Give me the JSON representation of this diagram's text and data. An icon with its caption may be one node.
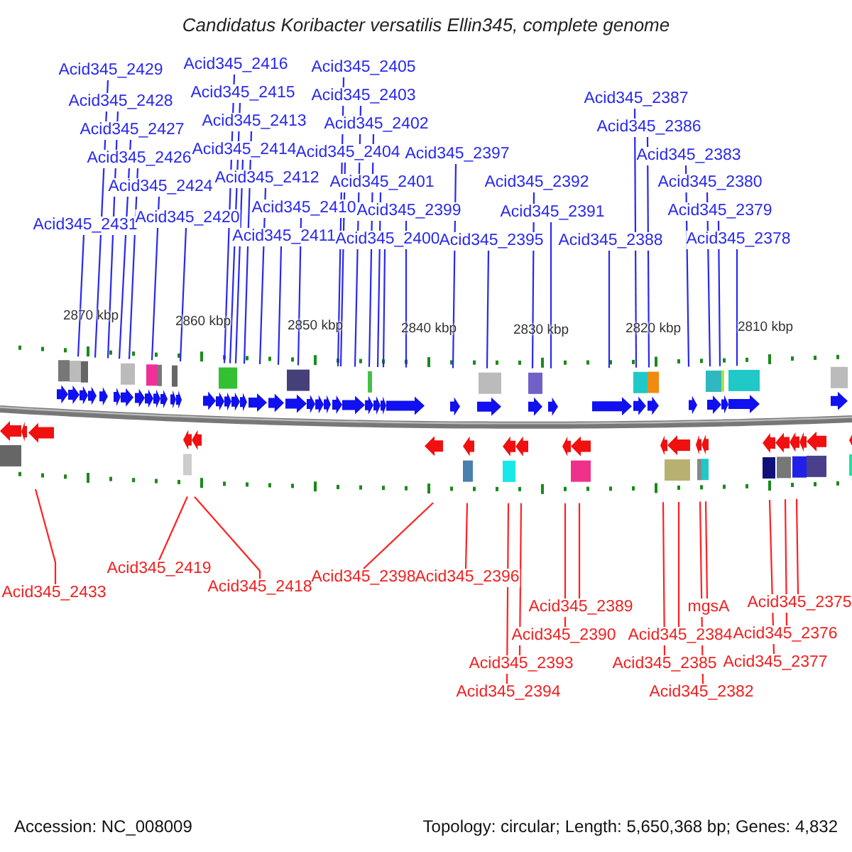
{
  "diagram": {
    "title": "Candidatus Koribacter versatilis Ellin345, complete genome",
    "nodes": [
      {
        "text": [
          "Acid345_2431"
        ]
      },
      {
        "text": [
          "Acid345_2429"
        ]
      },
      {
        "text": [
          "Acid345_2428"
        ]
      },
      {
        "text": [
          "Acid345_2427"
        ]
      },
      {
        "text": [
          "Acid345_2426"
        ]
      },
      {
        "text": [
          "Acid345_2424"
        ]
      },
      {
        "text": [
          "Acid345_2420"
        ]
      },
      {
        "text": [
          "Acid345_2416"
        ]
      },
      {
        "text": [
          "Acid345_2415"
        ]
      },
      {
        "text": [
          "Acid345_2414"
        ]
      },
      {
        "text": [
          "Acid345_2413"
        ]
      },
      {
        "text": [
          "Acid345_2412"
        ]
      },
      {
        "text": [
          "Acid345_2411"
        ]
      },
      {
        "text": [
          "Acid345_2410"
        ]
      },
      {
        "text": [
          "Acid345_2405"
        ]
      },
      {
        "text": [
          "Acid345_2404"
        ]
      },
      {
        "text": [
          "Acid345_2403"
        ]
      },
      {
        "text": [
          "Acid345_2402"
        ]
      },
      {
        "text": [
          "Acid345_2401"
        ]
      },
      {
        "text": [
          "Acid345_2400"
        ]
      },
      {
        "text": [
          "Acid345_2399"
        ]
      },
      {
        "text": [
          "Acid345_2397"
        ]
      },
      {
        "text": [
          "Acid345_2395"
        ]
      },
      {
        "text": [
          "Acid345_2392"
        ]
      },
      {
        "text": [
          "Acid345_2391"
        ]
      },
      {
        "text": [
          "Acid345_2388"
        ]
      },
      {
        "text": [
          "Acid345_2387"
        ]
      },
      {
        "text": [
          "Acid345_2386"
        ]
      },
      {
        "text": [
          "Acid345_2383"
        ]
      },
      {
        "text": [
          "Acid345_2380"
        ]
      },
      {
        "text": [
          "Acid345_2379"
        ]
      },
      {
        "text": [
          "Acid345_2378"
        ]
      },
      {
        "text": [
          "Acid345_2433"
        ]
      },
      {
        "text": [
          "Acid345_2419"
        ]
      },
      {
        "text": [
          "Acid345_2418"
        ]
      },
      {
        "text": [
          "Acid345_2398"
        ]
      },
      {
        "text": [
          "Acid345_2396"
        ]
      },
      {
        "text": [
          "Acid345_2394"
        ]
      },
      {
        "text": [
          "Acid345_2393"
        ]
      },
      {
        "text": [
          "Acid345_2390"
        ]
      },
      {
        "text": [
          "Acid345_2389"
        ]
      },
      {
        "text": [
          "Acid345_2385"
        ]
      },
      {
        "text": [
          "Acid345_2384"
        ]
      },
      {
        "text": [
          "Acid345_2382"
        ]
      },
      {
        "text": [
          "mgsA"
        ]
      },
      {
        "text": [
          "Acid345_2377"
        ]
      },
      {
        "text": [
          "Acid345_2376"
        ]
      },
      {
        "text": [
          "Acid345_2375"
        ]
      }
    ],
    "edges": [
      {
        "from": 0,
        "to": null,
        "arrow": "none"
      },
      {
        "from": 1,
        "to": null,
        "arrow": "none"
      },
      {
        "from": 2,
        "to": null,
        "arrow": "none"
      },
      {
        "from": 3,
        "to": null,
        "arrow": "none"
      },
      {
        "from": 4,
        "to": null,
        "arrow": "none"
      },
      {
        "from": 5,
        "to": null,
        "arrow": "none"
      },
      {
        "from": 6,
        "to": null,
        "arrow": "none"
      },
      {
        "from": 7,
        "to": null,
        "arrow": "none"
      },
      {
        "from": 8,
        "to": null,
        "arrow": "none"
      },
      {
        "from": 9,
        "to": null,
        "arrow": "none"
      },
      {
        "from": 10,
        "to": null,
        "arrow": "none"
      },
      {
        "from": 11,
        "to": null,
        "arrow": "none"
      },
      {
        "from": 12,
        "to": null,
        "arrow": "none"
      },
      {
        "from": 13,
        "to": null,
        "arrow": "none"
      },
      {
        "from": 14,
        "to": null,
        "arrow": "none"
      },
      {
        "from": 15,
        "to": null,
        "arrow": "none"
      },
      {
        "from": 16,
        "to": null,
        "arrow": "none"
      },
      {
        "from": 17,
        "to": null,
        "arrow": "none"
      },
      {
        "from": 18,
        "to": null,
        "arrow": "none"
      },
      {
        "from": 19,
        "to": null,
        "arrow": "none"
      },
      {
        "from": 20,
        "to": null,
        "arrow": "none"
      },
      {
        "from": 21,
        "to": null,
        "arrow": "none"
      },
      {
        "from": 22,
        "to": null,
        "arrow": "none"
      },
      {
        "from": 23,
        "to": null,
        "arrow": "none"
      },
      {
        "from": 24,
        "to": null,
        "arrow": "none"
      },
      {
        "from": 25,
        "to": null,
        "arrow": "none"
      },
      {
        "from": 26,
        "to": null,
        "arrow": "none"
      },
      {
        "from": 27,
        "to": null,
        "arrow": "none"
      },
      {
        "from": 28,
        "to": null,
        "arrow": "none"
      },
      {
        "from": 29,
        "to": null,
        "arrow": "none"
      },
      {
        "from": 30,
        "to": null,
        "arrow": "none"
      },
      {
        "from": 31,
        "to": null,
        "arrow": "none"
      },
      {
        "from": 32,
        "to": null,
        "arrow": "none",
        "color": "#ff2020"
      },
      {
        "from": 33,
        "to": null,
        "arrow": "none",
        "color": "#ff2020"
      },
      {
        "from": 34,
        "to": null,
        "arrow": "none",
        "color": "#ff2020"
      },
      {
        "from": 35,
        "to": null,
        "arrow": "none",
        "color": "#ff2020"
      },
      {
        "from": 36,
        "to": null,
        "arrow": "none",
        "color": "#ff2020"
      },
      {
        "from": 37,
        "to": null,
        "arrow": "none",
        "color": "#ff2020"
      },
      {
        "from": 38,
        "to": null,
        "arrow": "none",
        "color": "#ff2020"
      },
      {
        "from": 39,
        "to": null,
        "arrow": "none",
        "color": "#ff2020"
      },
      {
        "from": 40,
        "to": null,
        "arrow": "none",
        "color": "#ff2020"
      },
      {
        "from": 41,
        "to": null,
        "arrow": "none",
        "color": "#ff2020"
      },
      {
        "from": 42,
        "to": null,
        "arrow": "none",
        "color": "#ff2020"
      },
      {
        "from": 43,
        "to": null,
        "arrow": "none",
        "color": "#ff2020"
      },
      {
        "from": 44,
        "to": null,
        "arrow": "none",
        "color": "#ff2020"
      },
      {
        "from": 45,
        "to": null,
        "arrow": "none",
        "color": "#ff2020"
      },
      {
        "from": 46,
        "to": null,
        "arrow": "none",
        "color": "#ff2020"
      },
      {
        "from": 47,
        "to": null,
        "arrow": "none",
        "color": "#ff2020"
      }
    ],
    "labels": [
      "2870 kbp",
      "2860 kbp",
      "2850 kbp",
      "2840 kbp",
      "2830 kbp",
      "2820 kbp",
      "2810 kbp",
      "Accession: NC_008009",
      "Topology: circular; Length: 5,650,368 bp; Genes: 4,832"
    ]
  }
}
